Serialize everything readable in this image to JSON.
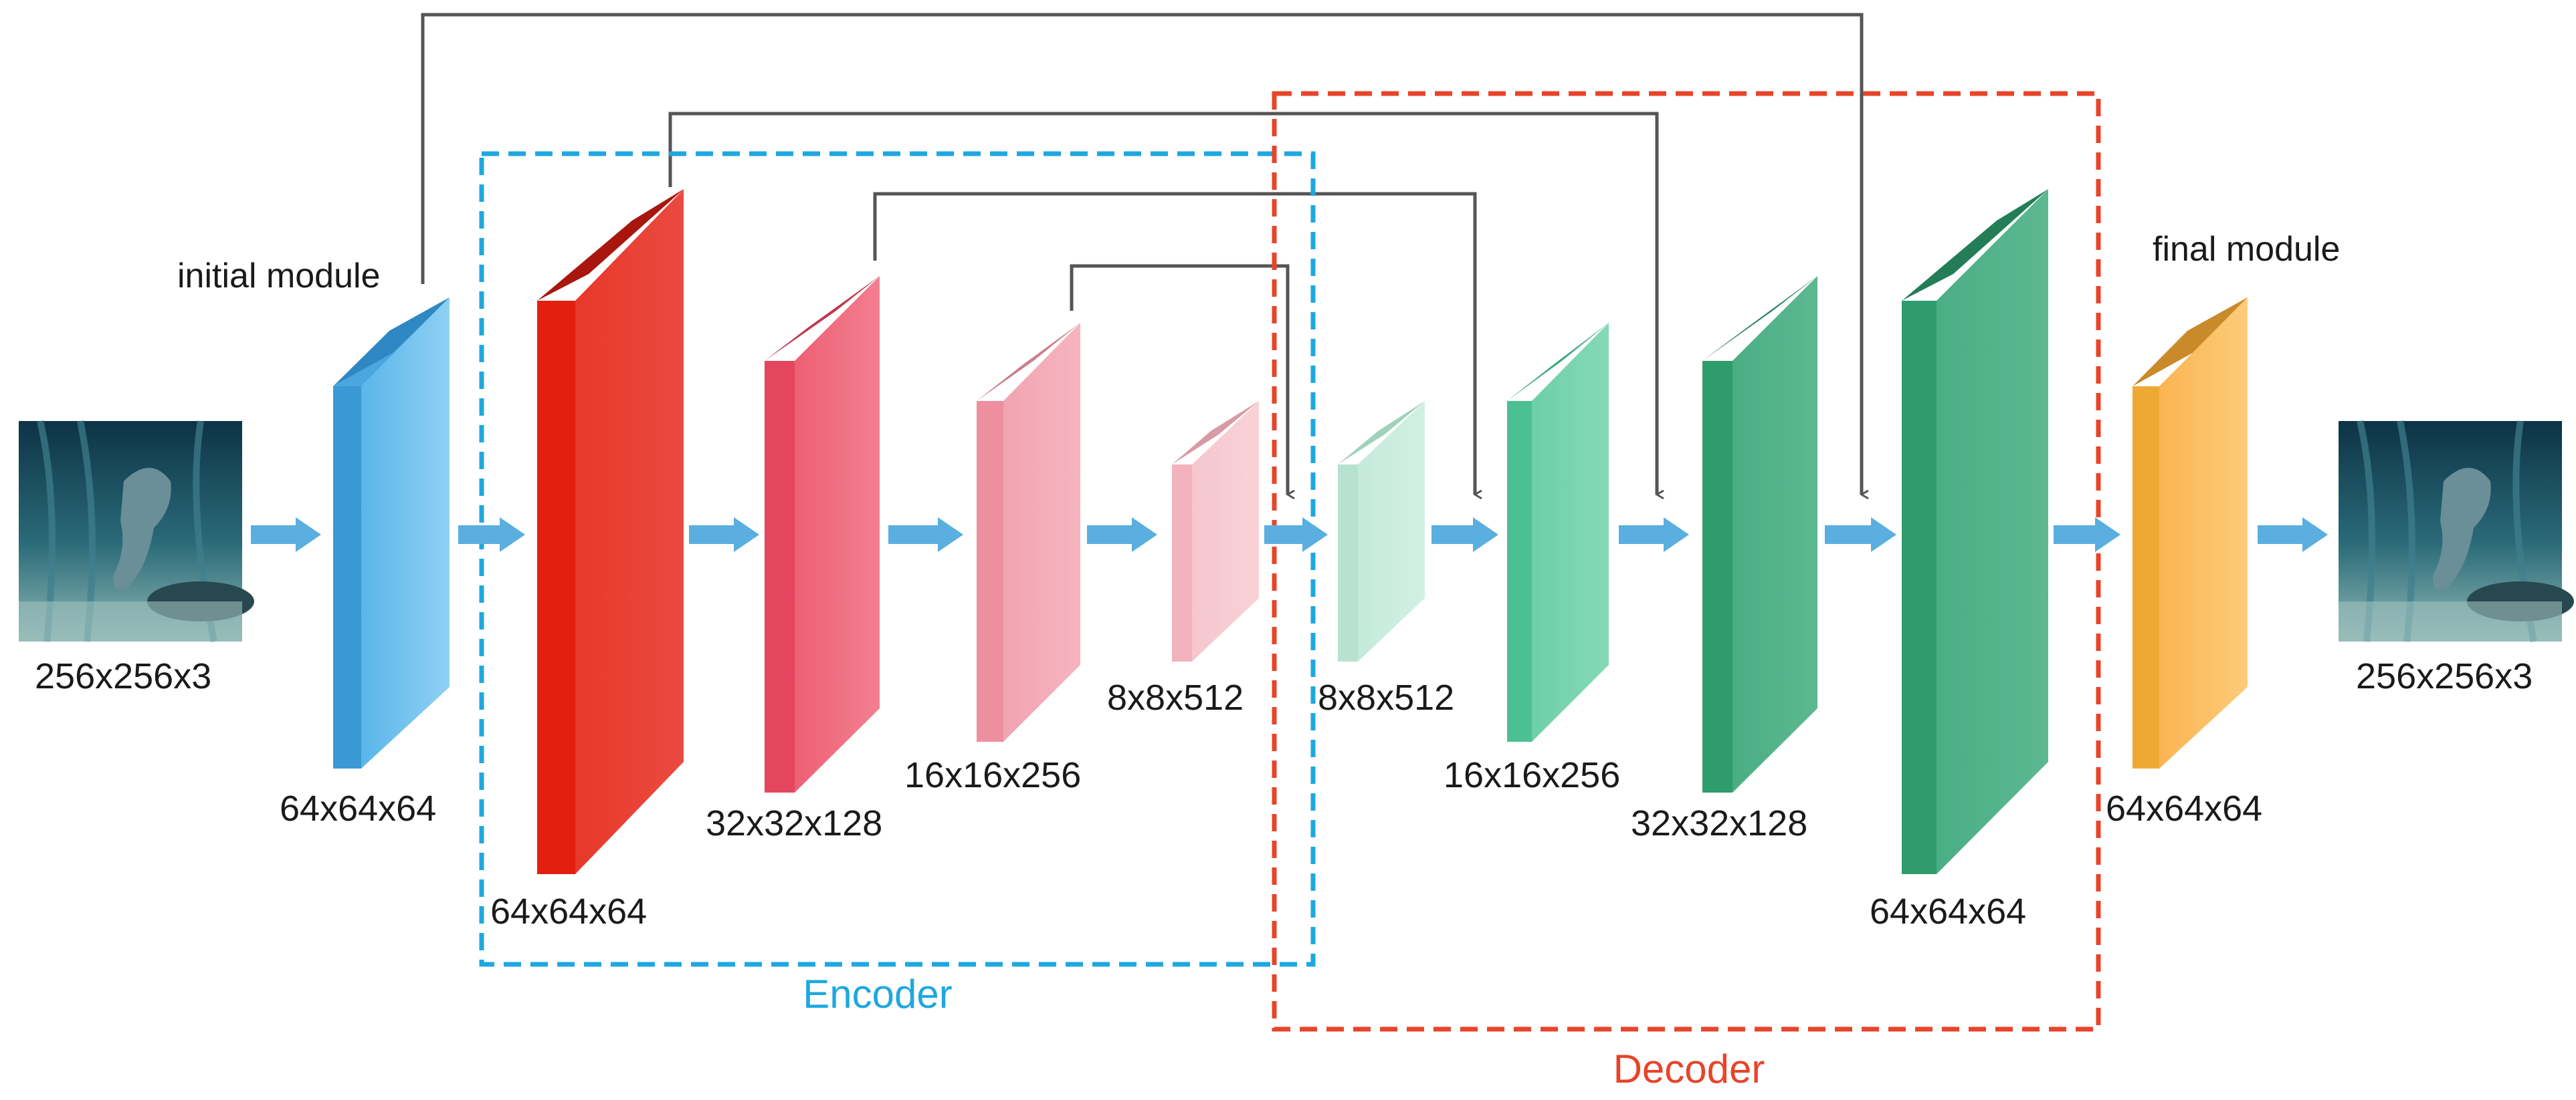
{
  "input": {
    "dims": "256x256x3"
  },
  "output": {
    "dims": "256x256x3"
  },
  "initial_module": {
    "title": "initial module",
    "dims": "64x64x64"
  },
  "final_module": {
    "title": "final module",
    "dims": "64x64x64"
  },
  "encoder": {
    "title": "Encoder",
    "color": "#1ea7e1",
    "blocks": [
      "64x64x64",
      "32x32x128",
      "16x16x256",
      "8x8x512"
    ]
  },
  "decoder": {
    "title": "Decoder",
    "color": "#e8442a",
    "blocks": [
      "8x8x512",
      "16x16x256",
      "32x32x128",
      "64x64x64"
    ]
  },
  "colors": {
    "flow_arrow": "#5aaee0",
    "skip_line": "#555555",
    "initial_block": "#4aa4dc",
    "final_block": "#f0aa3a",
    "encoder_blocks": [
      "#e52a1a",
      "#ee5a70",
      "#f2a0ae",
      "#f6c4cc"
    ],
    "decoder_blocks": [
      "#bfe8d6",
      "#5cc89a",
      "#2e9e6e",
      "#2e9e6e"
    ]
  },
  "icons": {
    "input_image": "seahorse-underwater-photo",
    "output_image": "seahorse-underwater-photo"
  }
}
